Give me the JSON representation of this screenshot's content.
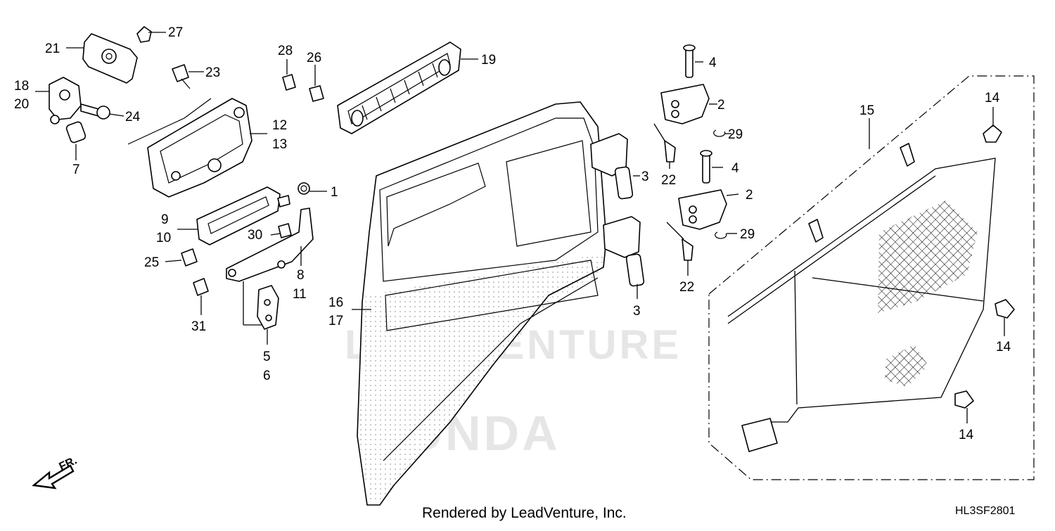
{
  "diagram": {
    "callouts": {
      "c1": "1",
      "c2a": "2",
      "c2b": "2",
      "c3a": "3",
      "c3b": "3",
      "c4a": "4",
      "c4b": "4",
      "c5": "5",
      "c6": "6",
      "c7": "7",
      "c8": "8",
      "c9": "9",
      "c10": "10",
      "c11": "11",
      "c12": "12",
      "c13": "13",
      "c14a": "14",
      "c14b": "14",
      "c14c": "14",
      "c15": "15",
      "c16": "16",
      "c17": "17",
      "c18": "18",
      "c19": "19",
      "c20": "20",
      "c21": "21",
      "c22a": "22",
      "c22b": "22",
      "c23": "23",
      "c24": "24",
      "c25": "25",
      "c26": "26",
      "c27": "27",
      "c28": "28",
      "c29a": "29",
      "c29b": "29",
      "c30": "30",
      "c31": "31"
    },
    "direction_label": "FR.",
    "watermark": "LEADVENTURE",
    "watermark_brand": "HONDA",
    "credit": "Rendered by LeadVenture, Inc.",
    "diagram_code": "HL3SF2801"
  }
}
